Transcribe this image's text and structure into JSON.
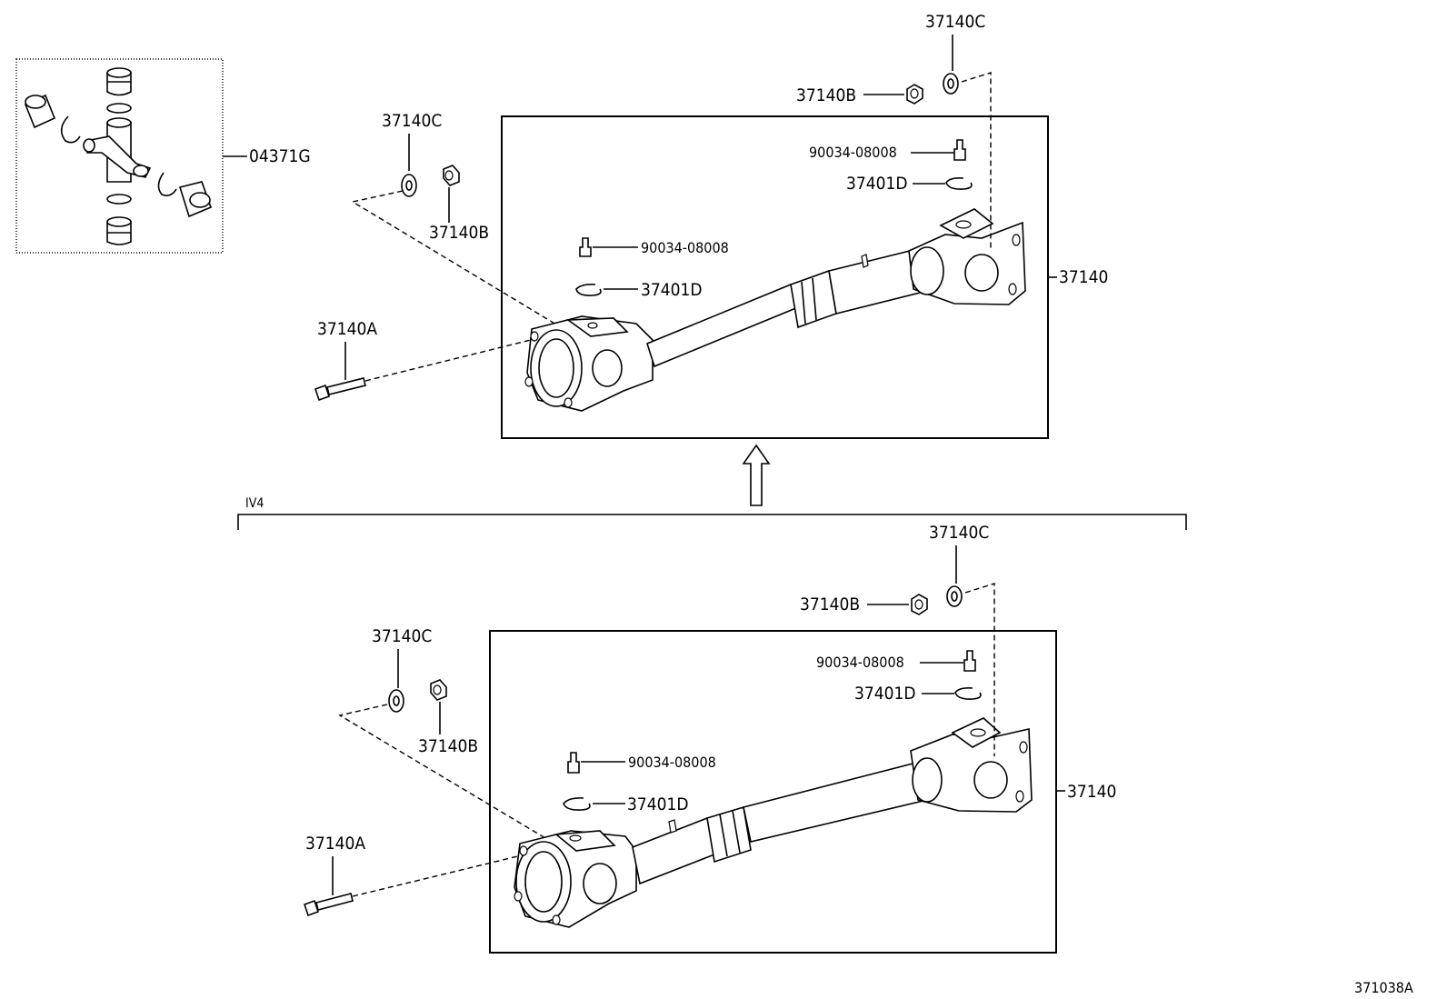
{
  "labels": {
    "kit": "04371G",
    "washer": "37140C",
    "nut": "37140B",
    "bolt": "37140A",
    "grease_fitting": "90034-08008",
    "snap_ring": "37401D",
    "shaft_assembly": "37140",
    "variant": "IV4",
    "figure_code": "371038A"
  }
}
